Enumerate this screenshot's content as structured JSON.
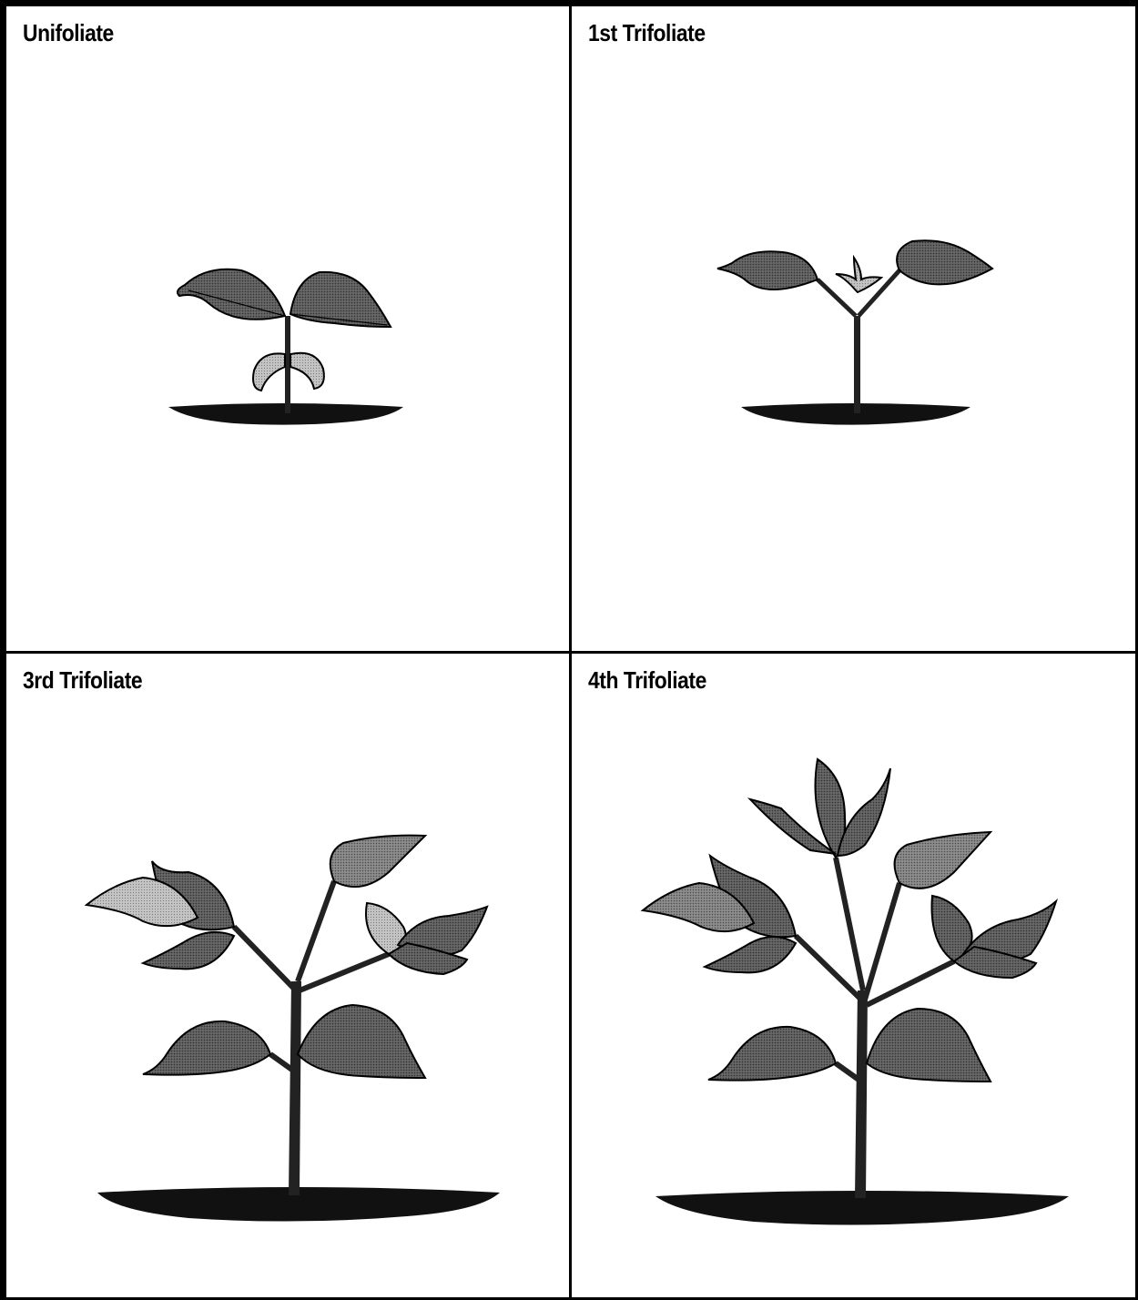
{
  "panels": [
    {
      "title": "Unifoliate"
    },
    {
      "title": "1st Trifoliate"
    },
    {
      "title": "3rd Trifoliate"
    },
    {
      "title": "4th Trifoliate"
    }
  ],
  "colors": {
    "border": "#000000",
    "leaf_dark": "#5e5e5e",
    "leaf_mid": "#8a8a8a",
    "leaf_light": "#bdbdbd",
    "soil": "#111111"
  }
}
